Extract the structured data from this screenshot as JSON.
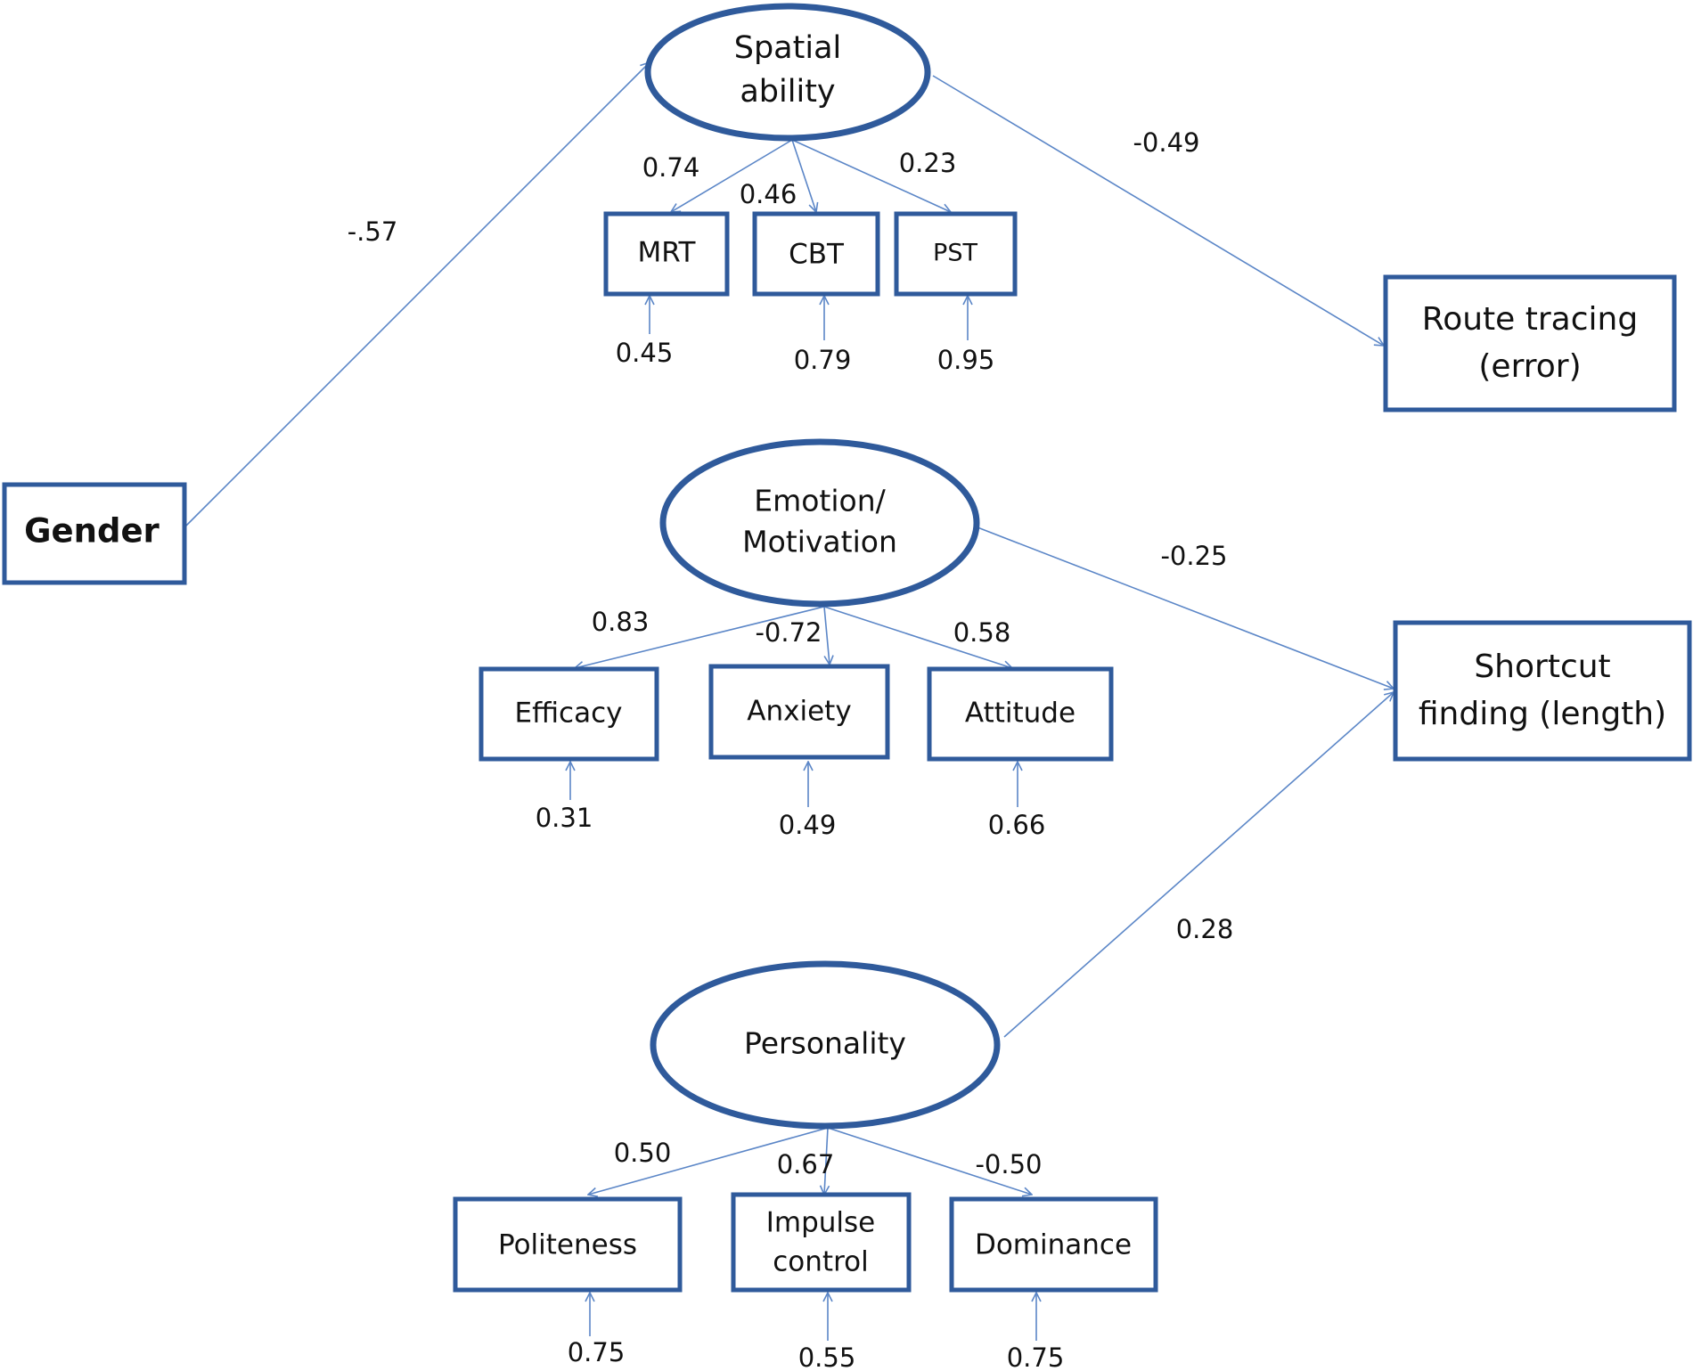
{
  "nodes": {
    "gender": {
      "lines": [
        "Gender"
      ]
    },
    "spatial": {
      "lines": [
        "Spatial",
        "ability"
      ]
    },
    "emotion": {
      "lines": [
        "Emotion/",
        "Motivation"
      ]
    },
    "personality": {
      "lines": [
        "Personality"
      ]
    },
    "route": {
      "lines": [
        "Route tracing",
        "(error)"
      ]
    },
    "shortcut": {
      "lines": [
        "Shortcut",
        "finding (length)"
      ]
    },
    "mrt": {
      "lines": [
        "MRT"
      ]
    },
    "cbt": {
      "lines": [
        "CBT"
      ]
    },
    "pst": {
      "lines": [
        "PST"
      ]
    },
    "efficacy": {
      "lines": [
        "Efficacy"
      ]
    },
    "anxiety": {
      "lines": [
        "Anxiety"
      ]
    },
    "attitude": {
      "lines": [
        "Attitude"
      ]
    },
    "politeness": {
      "lines": [
        "Politeness"
      ]
    },
    "impulse": {
      "lines": [
        "Impulse",
        "control"
      ]
    },
    "dominance": {
      "lines": [
        "Dominance"
      ]
    }
  },
  "paths": {
    "gender_spatial": "-.57",
    "spatial_route": "-0.49",
    "emotion_shortcut": "-0.25",
    "personality_shortcut": "0.28"
  },
  "loadings": {
    "mrt": "0.74",
    "cbt": "0.46",
    "pst": "0.23",
    "efficacy": "0.83",
    "anxiety": "-0.72",
    "attitude": "0.58",
    "politeness": "0.50",
    "impulse": "0.67",
    "dominance": "-0.50"
  },
  "errors": {
    "mrt": "0.45",
    "cbt": "0.79",
    "pst": "0.95",
    "efficacy": "0.31",
    "anxiety": "0.49",
    "attitude": "0.66",
    "politeness": "0.75",
    "impulse": "0.55",
    "dominance": "0.75"
  },
  "colors": {
    "node_stroke": "#2f5a9b",
    "edge": "#5b86c7",
    "text": "#111111"
  }
}
